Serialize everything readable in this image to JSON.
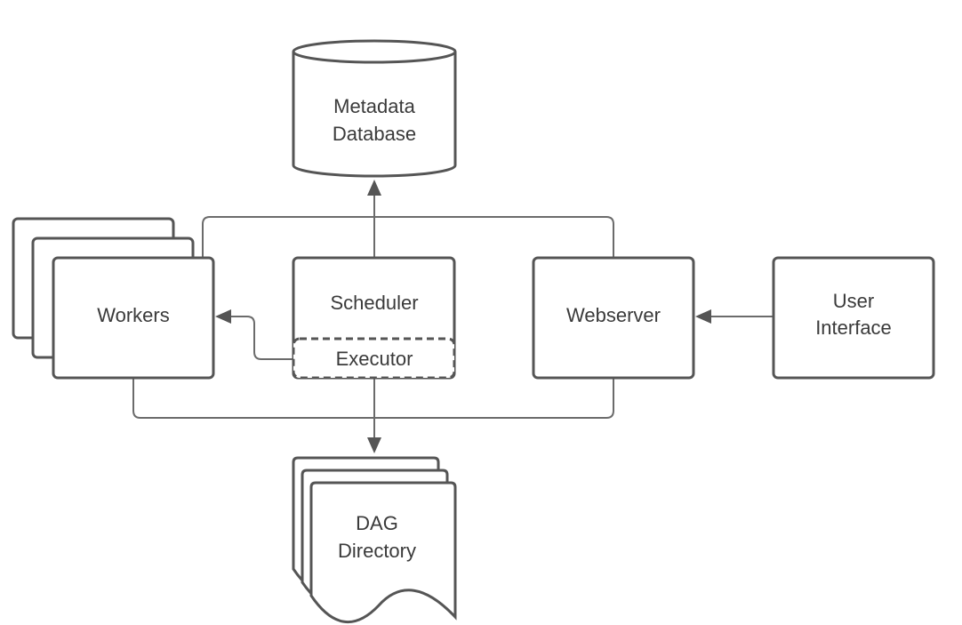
{
  "nodes": {
    "metadata_database": {
      "line1": "Metadata",
      "line2": "Database"
    },
    "workers": {
      "label": "Workers"
    },
    "scheduler": {
      "label": "Scheduler"
    },
    "executor": {
      "label": "Executor"
    },
    "webserver": {
      "label": "Webserver"
    },
    "user_interface": {
      "line1": "User",
      "line2": "Interface"
    },
    "dag_directory": {
      "line1": "DAG",
      "line2": "Directory"
    }
  },
  "colors": {
    "stroke": "#555555",
    "connector": "#6b6b6b",
    "text": "#3a3a3a",
    "background": "#ffffff"
  }
}
